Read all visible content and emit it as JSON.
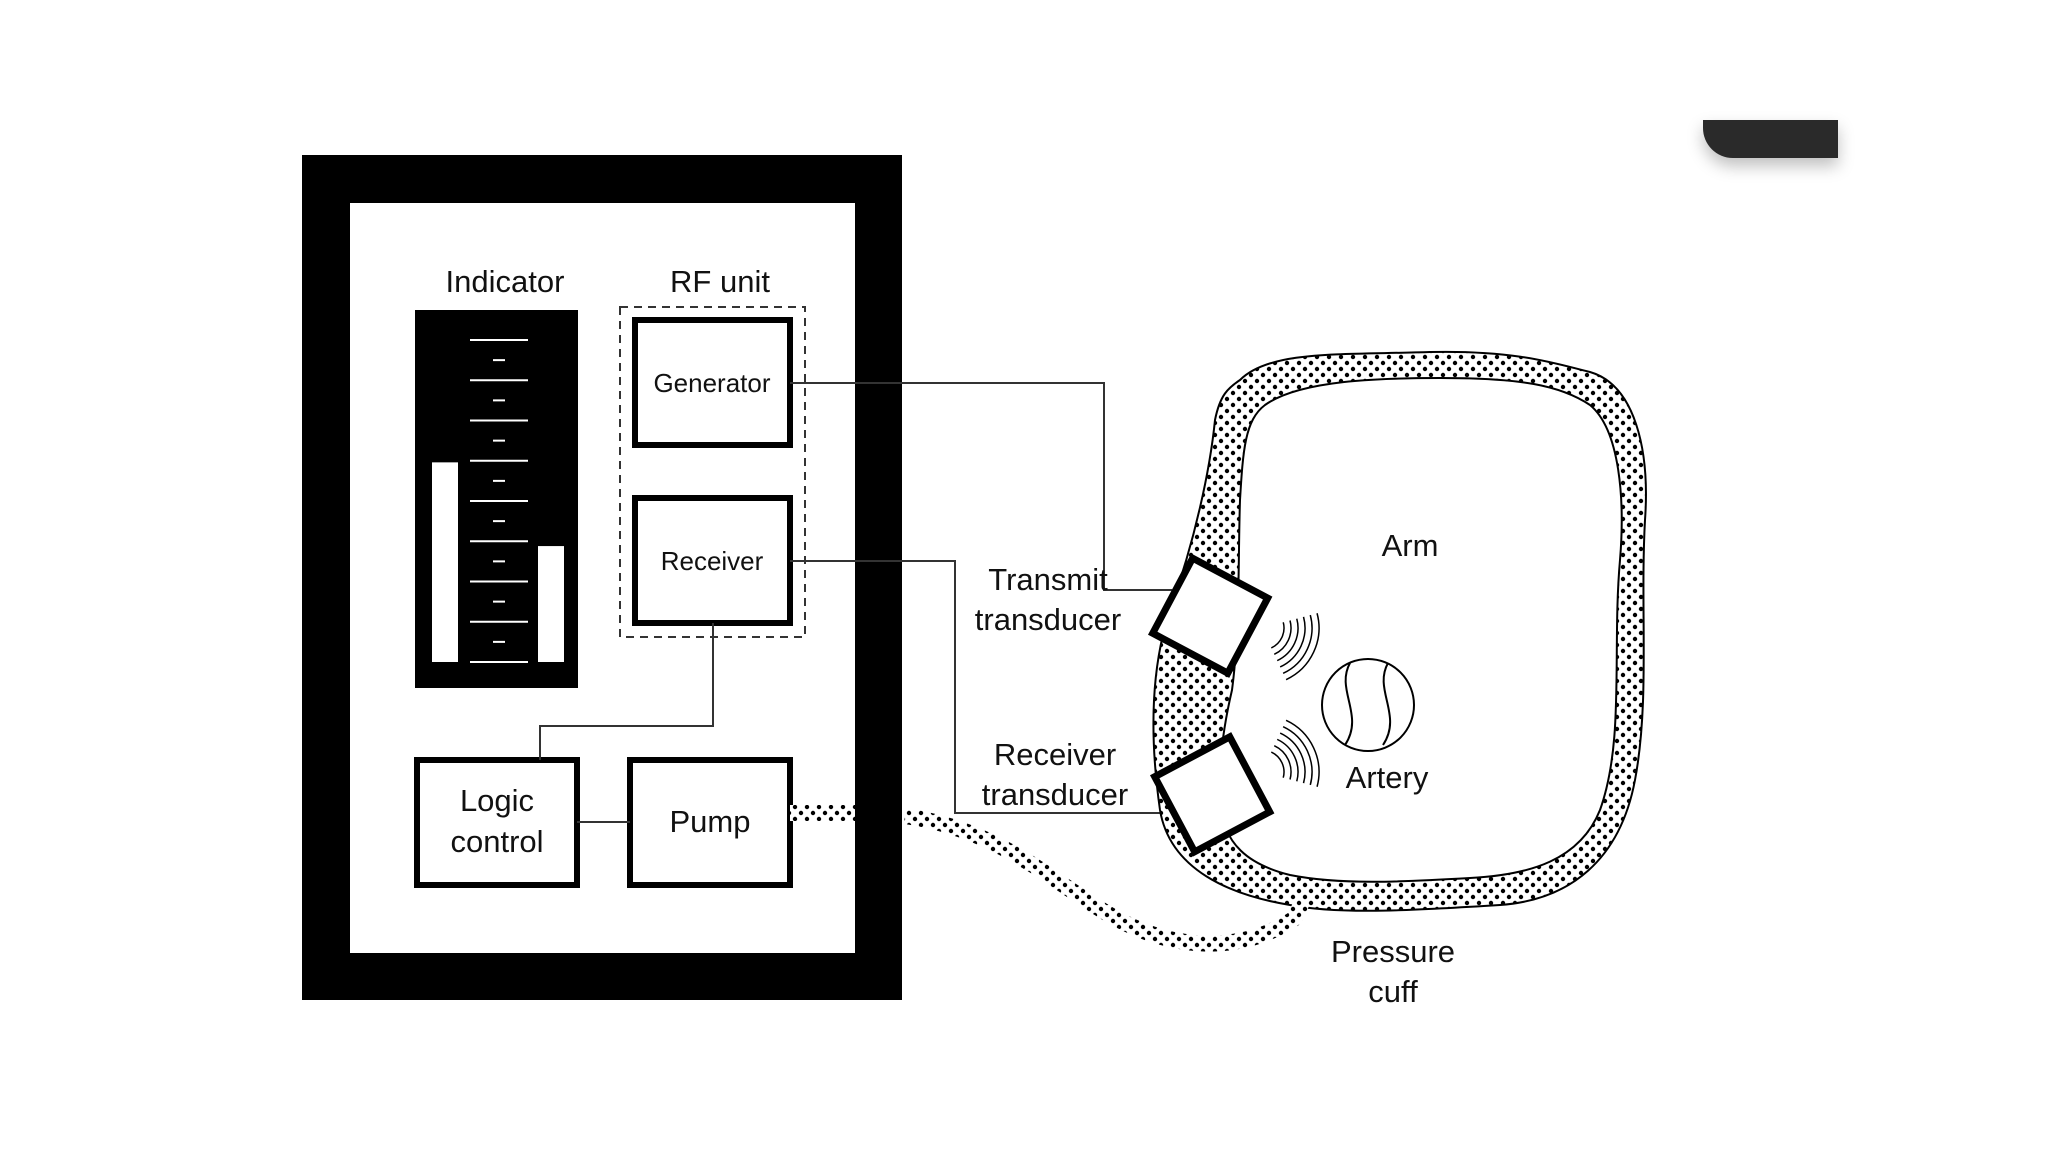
{
  "diagram": {
    "labels": {
      "indicator": "Indicator",
      "rf_unit": "RF unit",
      "generator": "Generator",
      "receiver": "Receiver",
      "logic_line1": "Logic",
      "logic_line2": "control",
      "pump": "Pump",
      "transmit_line1": "Transmit",
      "transmit_line2": "transducer",
      "receiver_tr_line1": "Receiver",
      "receiver_tr_line2": "transducer",
      "arm": "Arm",
      "artery": "Artery",
      "cuff_line1": "Pressure",
      "cuff_line2": "cuff"
    },
    "indicator_levels": {
      "left_bar": 0.62,
      "right_bar": 0.36
    },
    "colors": {
      "ink": "#000000",
      "paper": "#ffffff",
      "tab": "#2a2a2a"
    }
  }
}
